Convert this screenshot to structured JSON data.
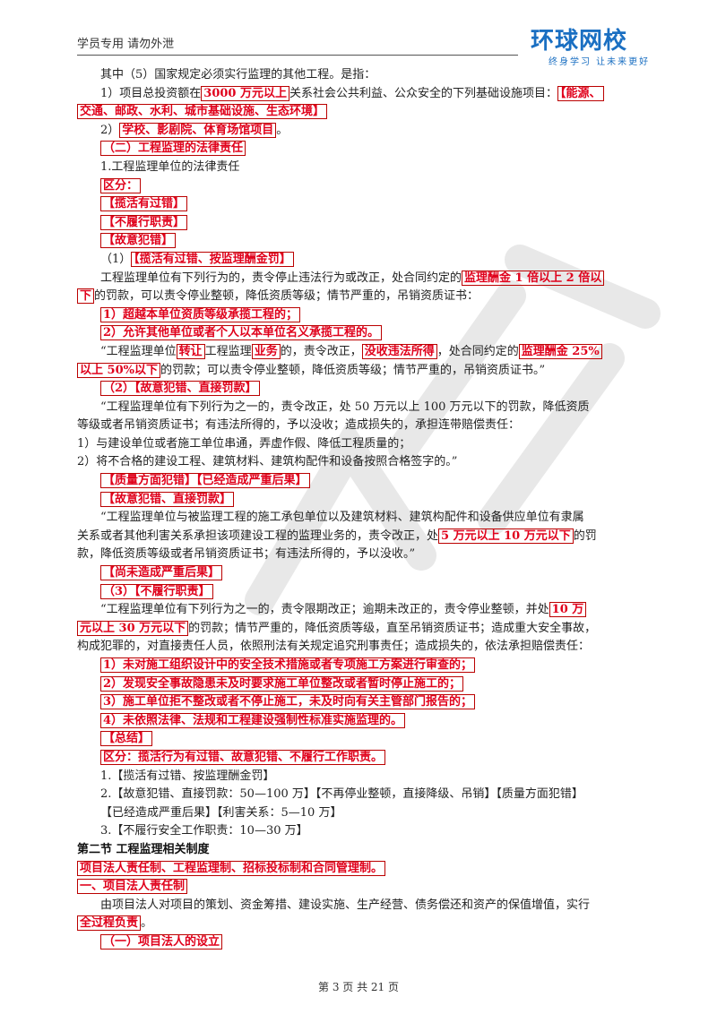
{
  "header": {
    "left_text": "学员专用 请勿外泄",
    "logo_text": "环球网校",
    "logo_slogan": "终身学习 让未来更好"
  },
  "colors": {
    "highlight": "#e0001b",
    "brand": "#1a6fc2"
  },
  "lines": {
    "l1": "其中（5）国家规定必须实行监理的其他工程。是指：",
    "l2a": "1）项目总投资额在",
    "l2b": "3000 万元以上",
    "l2c": "关系社会公共利益、公众安全的下列基础设施项目：",
    "l2d": "【能源、",
    "l3": "交通、邮政、水利、城市基础设施、生态环境】",
    "l4a": "2）",
    "l4b": "学校、影剧院、体育场馆项目",
    "l4c": "。",
    "l5": "（二）工程监理的法律责任",
    "l6": "1.工程监理单位的法律责任",
    "l7": "区分：",
    "l8": "【揽活有过错】",
    "l9": "【不履行职责】",
    "l10": "【故意犯错】",
    "l11a": "（1）",
    "l11b": "【揽活有过错、按监理酬金罚】",
    "l12a": "工程监理单位有下列行为的，责令停止违法行为或改正，处合同约定的",
    "l12b": "监理酬金 1 倍以上 2 倍以",
    "l13a": "下",
    "l13b": "的罚款，可以责令停业整顿，降低资质等级；情节严重的，吊销资质证书：",
    "l14": "1）超越本单位资质等级承揽工程的；",
    "l15": "2）允许其他单位或者个人以本单位名义承揽工程的。",
    "l16a": "“工程监理单位",
    "l16b": "转让",
    "l16c": "工程监理",
    "l16d": "业务",
    "l16e": "的，责令改正，",
    "l16f": "没收违法所得",
    "l16g": "，处合同约定的",
    "l16h": "监理酬金 25%",
    "l17a": "以上 50%以下",
    "l17b": "的罚款；可以责令停业整顿，降低资质等级；情节严重的，吊销资质证书。”",
    "l18": "（2）【故意犯错、直接罚款】",
    "l19": "“工程监理单位有下列行为之一的，责令改正，处 50 万元以上 100 万元以下的罚款，降低资质",
    "l20": "等级或者吊销资质证书；有违法所得的，予以没收；造成损失的，承担连带赔偿责任：",
    "l21": "1）与建设单位或者施工单位串通，弄虚作假、降低工程质量的；",
    "l22": "2）将不合格的建设工程、建筑材料、建筑构配件和设备按照合格签字的。”",
    "l23": "【质量方面犯错】【已经造成严重后果】",
    "l24": "【故意犯错、直接罚款】",
    "l25": "“工程监理单位与被监理工程的施工承包单位以及建筑材料、建筑构配件和设备供应单位有隶属",
    "l26a": "关系或者其他利害关系承担该项建设工程的监理业务的，责令改正，处",
    "l26b": "5 万元以上 10 万元以下",
    "l26c": "的罚",
    "l27": "款，降低资质等级或者吊销资质证书；有违法所得的，予以没收。”",
    "l28": "【尚未造成严重后果】",
    "l29": "（3）【不履行职责】",
    "l30a": "“工程监理单位有下列行为之一的，责令限期改正；逾期未改正的，责令停业整顿，并处",
    "l30b": "10 万",
    "l31a": "元以上 30 万元以下",
    "l31b": "的罚款；情节严重的，降低资质等级，直至吊销资质证书；造成重大安全事故，",
    "l32": "构成犯罪的，对直接责任人员，依照刑法有关规定追究刑事责任；造成损失的，依法承担赔偿责任：",
    "l33": "1）未对施工组织设计中的安全技术措施或者专项施工方案进行审查的；",
    "l34": "2）发现安全事故隐患未及时要求施工单位整改或者暂时停止施工的；",
    "l35": "3）施工单位拒不整改或者不停止施工，未及时向有关主管部门报告的；",
    "l36": "4）未依照法律、法规和工程建设强制性标准实施监理的。",
    "l37": "【总结】",
    "l38": "区分：揽活行为有过错、故意犯错、不履行工作职责。",
    "l39": "1.【揽活有过错、按监理酬金罚】",
    "l40": "2.【故意犯错、直接罚款：50—100 万】【不再停业整顿，直接降级、吊销】【质量方面犯错】",
    "l41": "【已经造成严重后果】【利害关系：5—10 万】",
    "l42": "3.【不履行安全工作职责：10—30 万】",
    "l43": "第二节 工程监理相关制度",
    "l44": "项目法人责任制、工程监理制、招标投标制和合同管理制。",
    "l45": "一、项目法人责任制",
    "l46": "由项目法人对项目的策划、资金筹措、建设实施、生产经营、债务偿还和资产的保值增值，实行",
    "l47a": "全过程负责",
    "l47b": "。",
    "l48": "（一）项目法人的设立"
  },
  "footer": {
    "page_text": "第 3 页 共 21 页"
  }
}
